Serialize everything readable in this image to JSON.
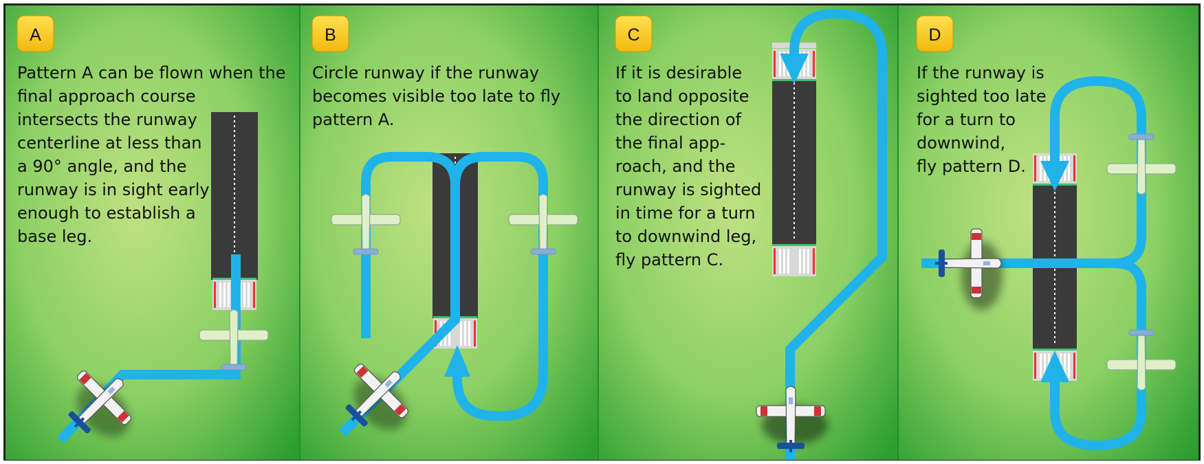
{
  "colors": {
    "grass_light": "#b8de7a",
    "grass_dark": "#2fa52f",
    "runway": "#3a3a3a",
    "path": "#1fb3ea",
    "badge": "#f8cf1c",
    "plane_light": "#dff0c8",
    "plane_blue": "#1a4f9a"
  },
  "panels": [
    {
      "label": "A",
      "lines": [
        "Pattern A can be flown when the",
        "final approach course",
        "intersects the runway",
        "centerline at less than",
        "a 90° angle, and the",
        "runway is in sight early",
        "enough to establish a",
        "base leg."
      ]
    },
    {
      "label": "B",
      "lines": [
        "Circle runway if the runway",
        "becomes visible too late to fly",
        "pattern A."
      ]
    },
    {
      "label": "C",
      "lines": [
        "If it is desirable",
        "to land opposite",
        "the direction of",
        "the final app-",
        "roach, and the",
        "runway is sighted",
        "in time for a turn",
        "to downwind leg,",
        "fly pattern C."
      ]
    },
    {
      "label": "D",
      "lines": [
        "If the runway is",
        "sighted too late",
        "for a turn to",
        "downwind,",
        "fly pattern D."
      ]
    }
  ]
}
